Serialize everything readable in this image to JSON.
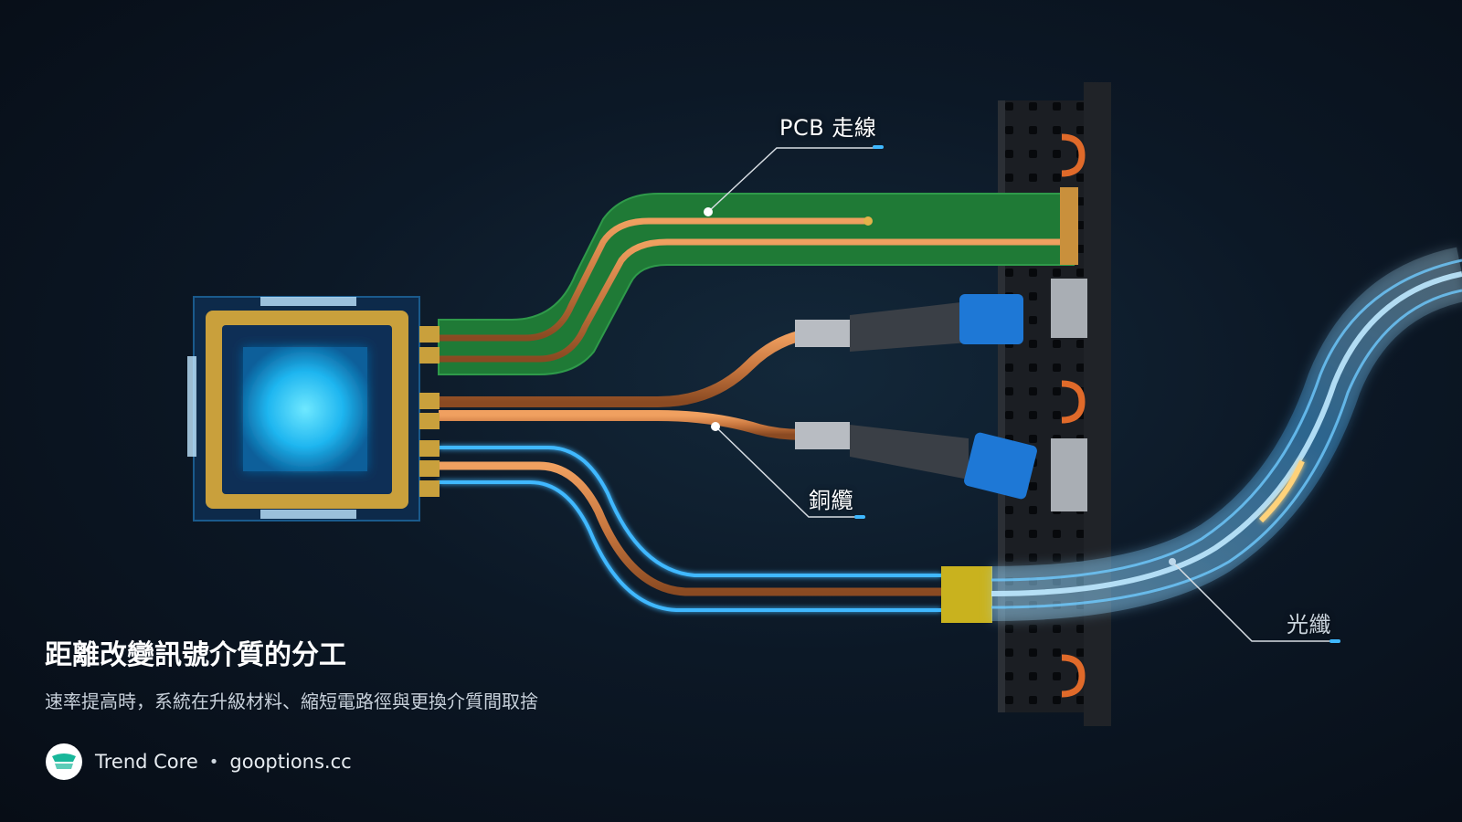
{
  "callouts": {
    "pcb": "PCB 走線",
    "copper": "銅纜",
    "fiber": "光纖"
  },
  "caption": {
    "title": "距離改變訊號介質的分工",
    "subtitle": "速率提高時，系統在升級材料、縮短電路徑與更換介質間取捨"
  },
  "brand": {
    "name": "Trend Core",
    "separator": "•",
    "domain": "gooptions.cc",
    "logo_icon": "trend-core-logo-icon"
  },
  "colors": {
    "background": "#0a121d",
    "copper": "#c8773f",
    "pcb_green": "#1f7a36",
    "chip_glow": "#2fd0ff",
    "fiber_glow": "#5cc6ff",
    "callout_accent": "#3fb8ff"
  }
}
